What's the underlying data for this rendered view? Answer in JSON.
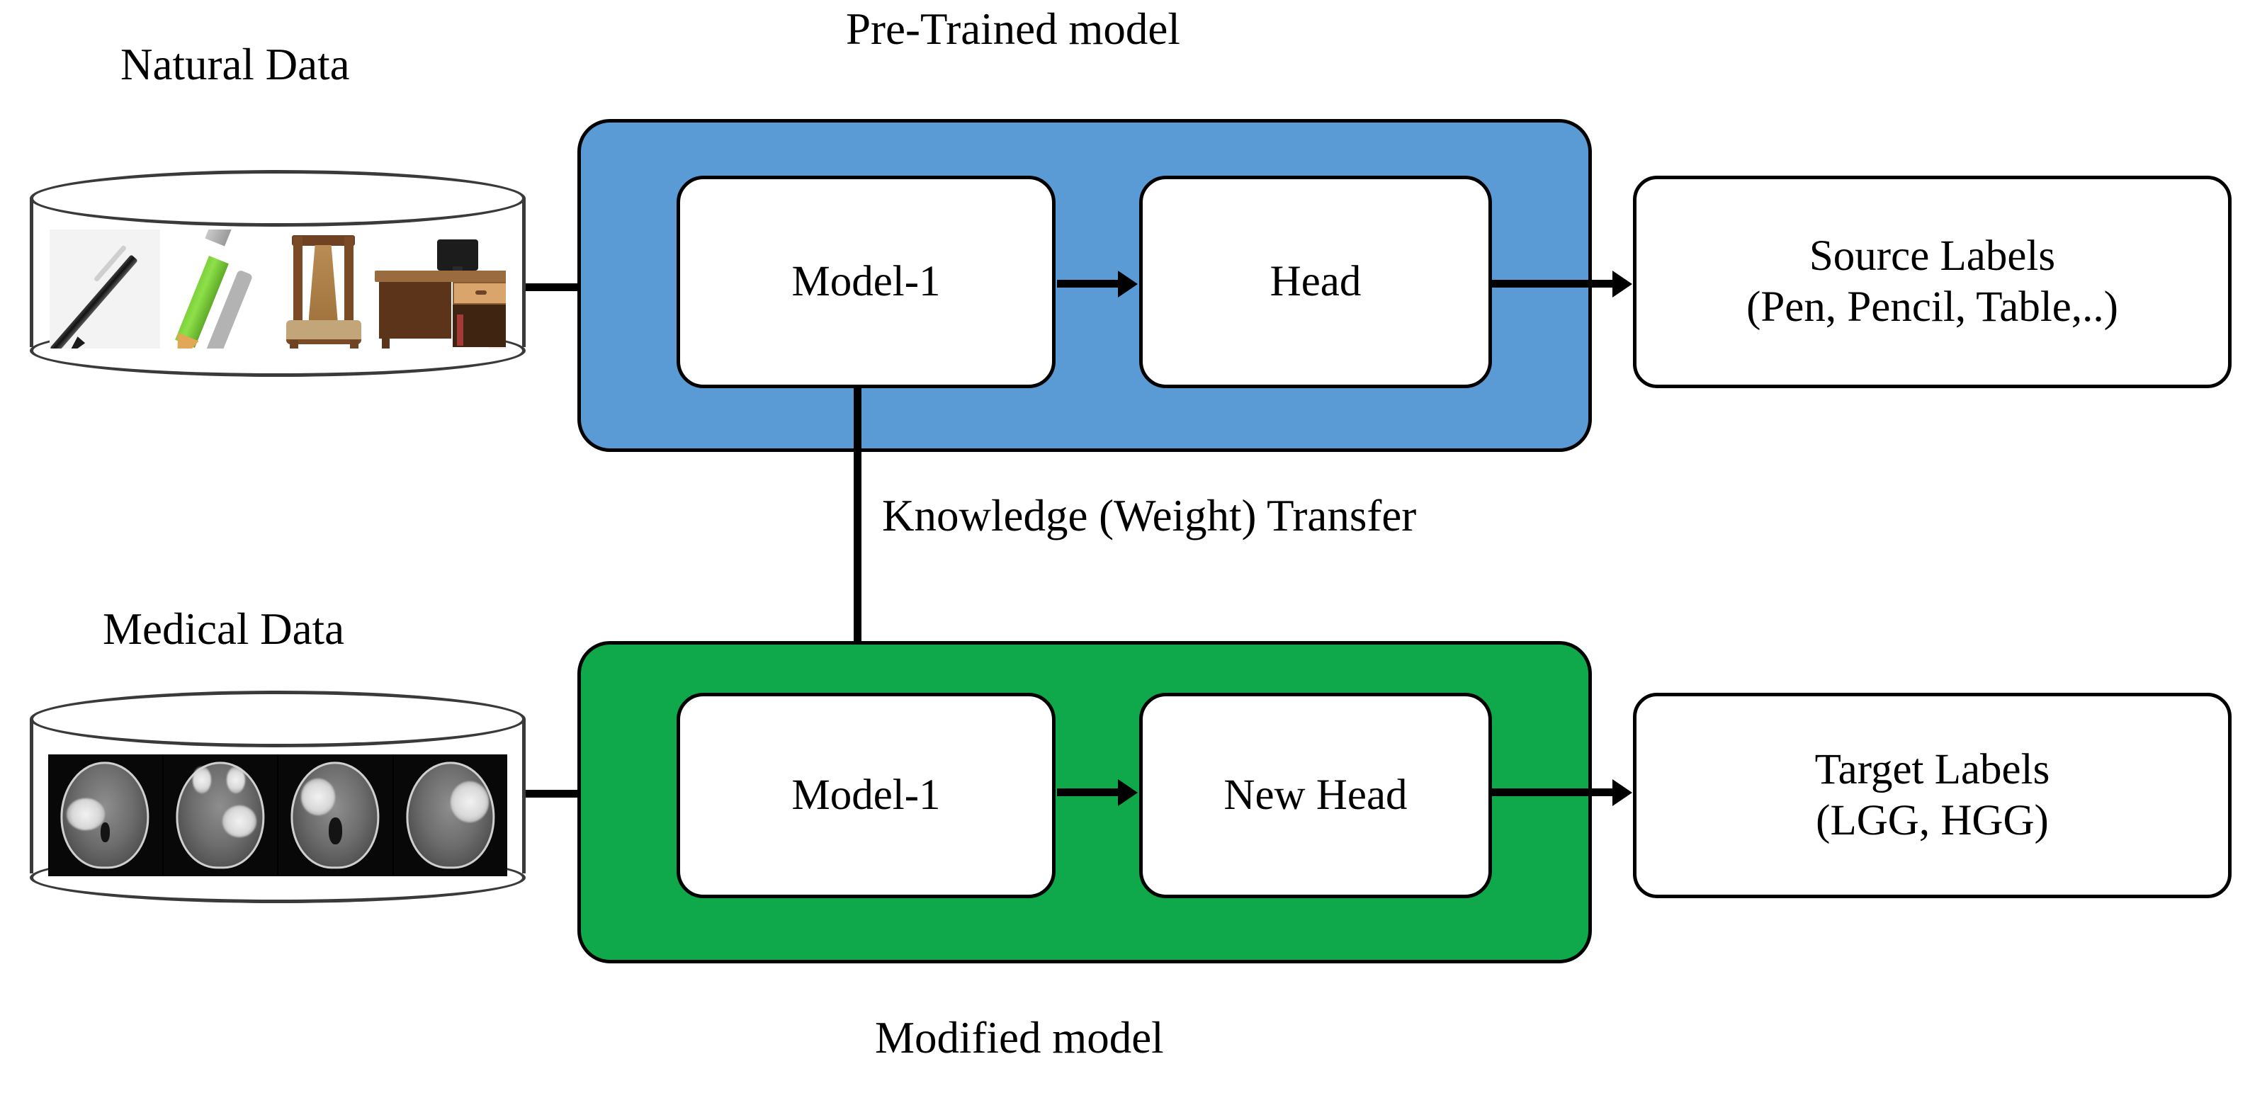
{
  "diagram": {
    "title_top": "Pre-Trained model",
    "title_bottom": "Modified model",
    "transfer_label": "Knowledge (Weight) Transfer"
  },
  "source_branch": {
    "dataset_label": "Natural Data",
    "dataset_items": [
      "pen",
      "pencil",
      "chair",
      "desk"
    ],
    "container_color": "#5B9BD5",
    "nodes": [
      {
        "id": "model-1",
        "label": "Model-1"
      },
      {
        "id": "head",
        "label": "Head"
      }
    ],
    "output": {
      "line1": "Source Labels",
      "line2": "(Pen, Pencil, Table,..)"
    }
  },
  "target_branch": {
    "dataset_label": "Medical Data",
    "dataset_items": [
      "mri-slice-1",
      "mri-slice-2",
      "mri-slice-3",
      "mri-slice-4"
    ],
    "container_color": "#0FA84A",
    "nodes": [
      {
        "id": "model-1",
        "label": "Model-1"
      },
      {
        "id": "new-head",
        "label": "New Head"
      }
    ],
    "output": {
      "line1": "Target Labels",
      "line2": "(LGG, HGG)"
    }
  },
  "colors": {
    "blue": "#5B9BD5",
    "green": "#0FA84A",
    "stroke": "#000000",
    "background": "#FFFFFF"
  }
}
